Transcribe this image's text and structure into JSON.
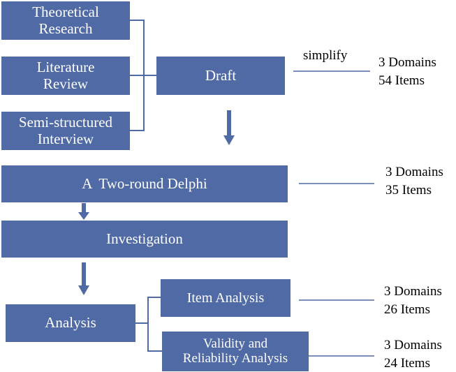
{
  "sources": {
    "theoretical_research": [
      "Theoretical",
      "Research"
    ],
    "literature_review": [
      "Literature",
      "Review"
    ],
    "semi_structured_interview": [
      "Semi-structured",
      "Interview"
    ]
  },
  "draft": {
    "label": "Draft",
    "annotation": "simplify",
    "result": [
      "3 Domains",
      "54 Items"
    ]
  },
  "delphi": {
    "label": "A  Two-round Delphi",
    "result": [
      "3 Domains",
      "35 Items"
    ]
  },
  "investigation": {
    "label": "Investigation"
  },
  "analysis": {
    "label": "Analysis",
    "item_analysis": {
      "label": "Item Analysis",
      "result": [
        "3 Domains",
        "26 Items"
      ]
    },
    "validity_reliability": {
      "label": [
        "Validity and",
        "Reliability Analysis"
      ],
      "result": [
        "3 Domains",
        "24 Items"
      ]
    }
  },
  "colors": {
    "box_fill": "#4f6aa5",
    "line": "#4f6aa5",
    "text_on_box": "#ffffff"
  }
}
